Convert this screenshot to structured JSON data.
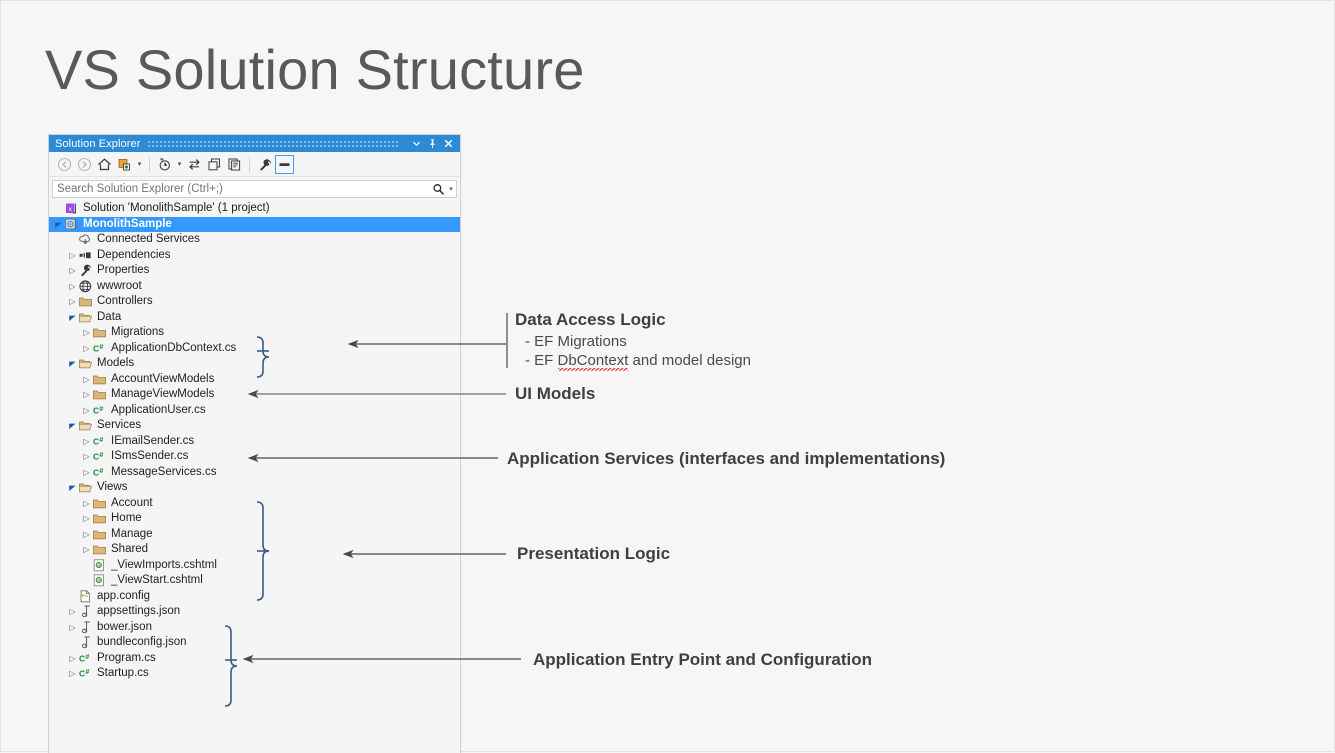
{
  "slide": {
    "title": "VS Solution Structure",
    "background": "#f6f6f6",
    "title_color": "#595959"
  },
  "panel": {
    "title": "Solution Explorer",
    "titlebar_color": "#2d8ad4",
    "window_buttons": [
      {
        "name": "dropdown-button",
        "glyph": "▾"
      },
      {
        "name": "pin-button",
        "glyph": "⚐"
      },
      {
        "name": "close-button",
        "glyph": "✕"
      }
    ],
    "toolbar": [
      {
        "name": "back-icon",
        "tooltip": "Back"
      },
      {
        "name": "forward-icon",
        "tooltip": "Forward"
      },
      {
        "name": "home-icon",
        "tooltip": "Home"
      },
      {
        "name": "sync-with-active-document-icon",
        "tooltip": "Sync with Active Document"
      },
      {
        "name": "toolbar-caret-1",
        "glyph": "▾"
      },
      {
        "name": "pending-changes-filter-icon",
        "tooltip": "Pending Changes Filter"
      },
      {
        "name": "toolbar-caret-2",
        "glyph": "▾"
      },
      {
        "name": "refresh-icon",
        "tooltip": "Refresh"
      },
      {
        "name": "collapse-all-icon",
        "tooltip": "Collapse All"
      },
      {
        "name": "show-all-files-icon",
        "tooltip": "Show All Files"
      },
      {
        "name": "properties-wrench-icon",
        "tooltip": "Properties"
      },
      {
        "name": "preview-selected-items-icon",
        "tooltip": "Preview Selected Items",
        "pressed": true
      }
    ],
    "search": {
      "placeholder": "Search Solution Explorer (Ctrl+;)",
      "value": "",
      "icon": "search-icon",
      "caret": "▾"
    },
    "tree": [
      {
        "depth": 0,
        "expander": "none",
        "icon": "solution-icon",
        "label": "Solution 'MonolithSample' (1 project)"
      },
      {
        "depth": 0,
        "expander": "open",
        "icon": "project-icon",
        "label": "MonolithSample",
        "selected": true
      },
      {
        "depth": 1,
        "expander": "none",
        "icon": "connected-services-icon",
        "label": "Connected Services"
      },
      {
        "depth": 1,
        "expander": "closed",
        "icon": "dependencies-icon",
        "label": "Dependencies"
      },
      {
        "depth": 1,
        "expander": "closed",
        "icon": "wrench-icon",
        "label": "Properties"
      },
      {
        "depth": 1,
        "expander": "closed",
        "icon": "globe-icon",
        "label": "wwwroot"
      },
      {
        "depth": 1,
        "expander": "closed",
        "icon": "folder-closed-icon",
        "label": "Controllers"
      },
      {
        "depth": 1,
        "expander": "open",
        "icon": "folder-open-icon",
        "label": "Data"
      },
      {
        "depth": 2,
        "expander": "closed",
        "icon": "folder-closed-icon",
        "label": "Migrations"
      },
      {
        "depth": 2,
        "expander": "closed",
        "icon": "csharp-icon",
        "label": "ApplicationDbContext.cs"
      },
      {
        "depth": 1,
        "expander": "open",
        "icon": "folder-open-icon",
        "label": "Models"
      },
      {
        "depth": 2,
        "expander": "closed",
        "icon": "folder-closed-icon",
        "label": "AccountViewModels"
      },
      {
        "depth": 2,
        "expander": "closed",
        "icon": "folder-closed-icon",
        "label": "ManageViewModels"
      },
      {
        "depth": 2,
        "expander": "closed",
        "icon": "csharp-icon",
        "label": "ApplicationUser.cs"
      },
      {
        "depth": 1,
        "expander": "open",
        "icon": "folder-open-icon",
        "label": "Services"
      },
      {
        "depth": 2,
        "expander": "closed",
        "icon": "csharp-icon",
        "label": "IEmailSender.cs"
      },
      {
        "depth": 2,
        "expander": "closed",
        "icon": "csharp-icon",
        "label": "ISmsSender.cs"
      },
      {
        "depth": 2,
        "expander": "closed",
        "icon": "csharp-icon",
        "label": "MessageServices.cs"
      },
      {
        "depth": 1,
        "expander": "open",
        "icon": "folder-open-icon",
        "label": "Views"
      },
      {
        "depth": 2,
        "expander": "closed",
        "icon": "folder-closed-icon",
        "label": "Account"
      },
      {
        "depth": 2,
        "expander": "closed",
        "icon": "folder-closed-icon",
        "label": "Home"
      },
      {
        "depth": 2,
        "expander": "closed",
        "icon": "folder-closed-icon",
        "label": "Manage"
      },
      {
        "depth": 2,
        "expander": "closed",
        "icon": "folder-closed-icon",
        "label": "Shared"
      },
      {
        "depth": 2,
        "expander": "none",
        "icon": "cshtml-icon",
        "label": "_ViewImports.cshtml"
      },
      {
        "depth": 2,
        "expander": "none",
        "icon": "cshtml-icon",
        "label": "_ViewStart.cshtml"
      },
      {
        "depth": 1,
        "expander": "none",
        "icon": "config-icon",
        "label": "app.config"
      },
      {
        "depth": 1,
        "expander": "closed",
        "icon": "json-icon",
        "label": "appsettings.json"
      },
      {
        "depth": 1,
        "expander": "closed",
        "icon": "json-icon",
        "label": "bower.json"
      },
      {
        "depth": 1,
        "expander": "none",
        "icon": "json-icon",
        "label": "bundleconfig.json"
      },
      {
        "depth": 1,
        "expander": "closed",
        "icon": "csharp-icon",
        "label": "Program.cs"
      },
      {
        "depth": 1,
        "expander": "closed",
        "icon": "csharp-icon",
        "label": "Startup.cs"
      }
    ]
  },
  "annotations": [
    {
      "id": "data-access-logic",
      "heading": "Data Access Logic",
      "bullets": [
        "- EF Migrations",
        "- EF DbContext and model design"
      ],
      "spell_error_word": "DbContext"
    },
    {
      "id": "ui-models",
      "heading": "UI Models",
      "bullets": []
    },
    {
      "id": "application-services",
      "heading": "Application Services (interfaces and implementations)",
      "bullets": []
    },
    {
      "id": "presentation-logic",
      "heading": "Presentation Logic",
      "bullets": []
    },
    {
      "id": "application-entry-point",
      "heading": "Application Entry Point and Configuration",
      "bullets": []
    }
  ],
  "colors": {
    "brace": "#3b5a8c",
    "arrow": "#4a4a4a",
    "accent": "#3399ff",
    "folder": "#dcb67a",
    "csharp_green": "#1d8a3b"
  }
}
